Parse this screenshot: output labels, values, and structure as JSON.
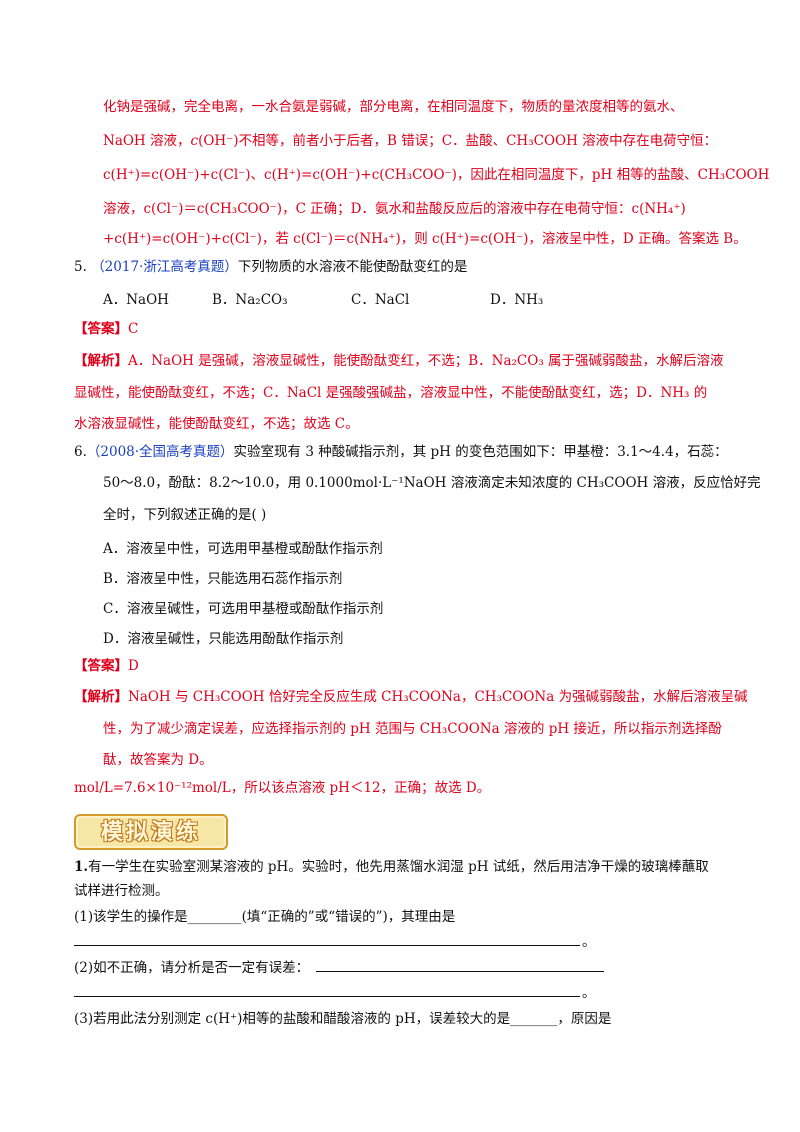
{
  "block1": {
    "l1": "化钠是强碱，完全电离，一水合氨是弱碱，部分电离，在相同温度下，物质的量浓度相等的氨水、",
    "l2a": "NaOH 溶液，",
    "l2b": "c",
    "l2c": "(OH⁻)不相等，前者小于后者，B 错误；C．盐酸、CH₃COOH 溶液中存在电荷守恒：",
    "l3": "c(H⁺)=c(OH⁻)+c(Cl⁻)、c(H⁺)=c(OH⁻)+c(CH₃COO⁻)，因此在相同温度下，pH 相等的盐酸、CH₃COOH",
    "l4": "溶液，c(Cl⁻)＝c(CH₃COO⁻)，C 正确；D．氨水和盐酸反应后的溶液中存在电荷守恒：c(NH₄⁺)",
    "l5": "+c(H⁺)=c(OH⁻)+c(Cl⁻)，若 c(Cl⁻)＝c(NH₄⁺)，则 c(H⁺)=c(OH⁻)，溶液呈中性，D 正确。答案选 B。"
  },
  "q5": {
    "num": "5.",
    "source": "（2017·浙江高考真题）",
    "stem": "下列物质的水溶液不能使酚酞变红的是",
    "opts": [
      "A．NaOH",
      "B．Na₂CO₃",
      "C．NaCl",
      "D．NH₃"
    ],
    "answer_label": "【答案】",
    "answer": "C",
    "analysis_label": "【解析】",
    "analysis": [
      "A．NaOH 是强碱，溶液显碱性，能使酚酞变红，不选；B．Na₂CO₃ 属于强碱弱酸盐，水解后溶液",
      "显碱性，能使酚酞变红，不选；C．NaCl 是强酸强碱盐，溶液显中性，不能使酚酞变红，选；D．NH₃ 的",
      "水溶液显碱性，能使酚酞变红，不选；故选 C。"
    ]
  },
  "q6": {
    "num": "6.",
    "source": "（2008·全国高考真题）",
    "stem": [
      "实验室现有 3 种酸碱指示剂，其 pH 的变色范围如下：甲基橙：3.1～4.4，石蕊：",
      "50～8.0，酚酞：8.2～10.0，用 0.1000mol·L⁻¹NaOH 溶液滴定未知浓度的 CH₃COOH 溶液，反应恰好完",
      "全时，下列叙述正确的是( )"
    ],
    "opts": [
      "A．溶液呈中性，可选用甲基橙或酚酞作指示剂",
      "B．溶液呈中性，只能选用石蕊作指示剂",
      "C．溶液呈碱性，可选用甲基橙或酚酞作指示剂",
      "D．溶液呈碱性，只能选用酚酞作指示剂"
    ],
    "answer_label": "【答案】",
    "answer": "D",
    "analysis_label": "【解析】",
    "analysis": [
      "NaOH 与 CH₃COOH 恰好完全反应生成 CH₃COONa，CH₃COONa 为强碱弱酸盐，水解后溶液呈碱",
      "性，为了减少滴定误差，应选择指示剂的 pH 范围与 CH₃COONa 溶液的 pH 接近，所以指示剂选择酚",
      "酞，故答案为 D。"
    ]
  },
  "stray": "mol/L=7.6×10⁻¹²mol/L，所以该点溶液 pH＜12，正确；故选 D。",
  "section_logo": "模拟演练",
  "p1": {
    "l1a": "1.",
    "l1b": "有一学生在实验室测某溶液的 pH。实验时，他先用蒸馏水润湿 pH 试纸，然后用洁净干燥的玻璃棒蘸取",
    "l2": "试样进行检测。",
    "s1": "(1)该学生的操作是________(填“正确的”或“错误的”)，其理由是",
    "period": "。",
    "s2": "(2)如不正确，请分析是否一定有误差：",
    "s3": "(3)若用此法分别测定 c(H⁺)相等的盐酸和醋酸溶液的 pH，误差较大的是_______，原因是"
  }
}
